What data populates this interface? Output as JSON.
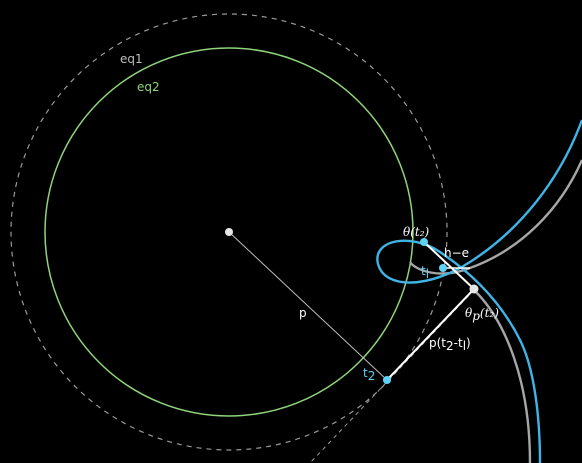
{
  "colors": {
    "background": "#000000",
    "eq1_circle": "#9a9a9a",
    "eq2_circle": "#8fd47a",
    "blue_curve": "#3fb4e6",
    "gray_curve": "#a6a6a6",
    "white_line": "#ffffff",
    "radius_line": "#bdbdbd",
    "point_cyan": "#5fd3f5",
    "point_white": "#e6e6e6",
    "label_white": "#ffffff",
    "label_gray": "#bdbdbd",
    "label_green": "#8fd47a",
    "label_cyan": "#5fd3f5"
  },
  "labels": {
    "eq1": "eq1",
    "eq2": "eq2",
    "p": "p",
    "theta_t2_sym": "θ",
    "theta_t2_arg": "(t₂)",
    "h_minus_e": "h−e",
    "t1_main": "t",
    "t1_sub": "l",
    "theta_p_sym": "θ",
    "theta_p_sub": "p",
    "theta_p_arg": "(t₂)",
    "p_t2_t1": "p(t",
    "p_t2_t1_sub2": "2",
    "p_t2_t1_mid": "-t",
    "p_t2_t1_subl": "l",
    "p_t2_t1_close": ")",
    "t2_main": "t",
    "t2_sub": "2"
  }
}
